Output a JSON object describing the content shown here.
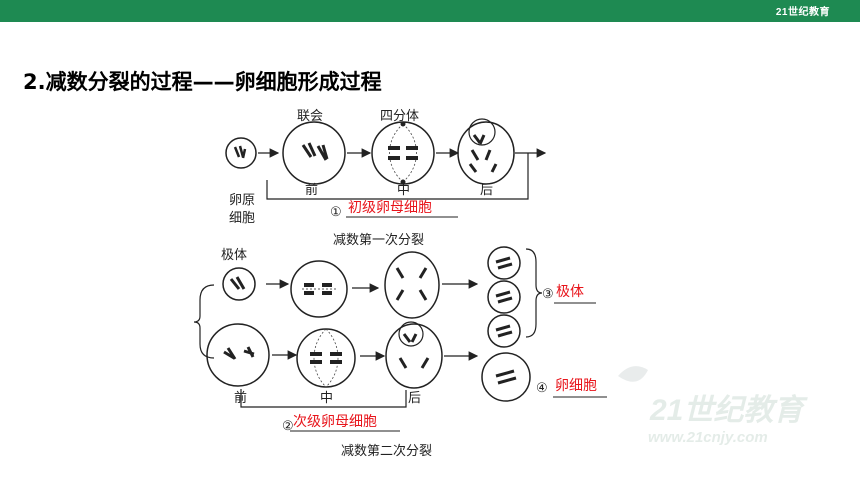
{
  "header": {
    "logo_text": "21世纪教育",
    "accent": "#1e8a52"
  },
  "title": "2.减数分裂的过程——卵细胞形成过程",
  "diagram": {
    "meiosis1": {
      "lbl_lianhui": "联会",
      "lbl_sifenti": "四分体",
      "stage_qian": "前",
      "stage_zhong": "中",
      "stage_hou": "后",
      "oogonium": "卵原细胞",
      "num": "①",
      "answer": "初级卵母细胞",
      "caption": "减数第一次分裂"
    },
    "meiosis2": {
      "lbl_jiti": "极体",
      "stage_qian": "前",
      "stage_zhong": "中",
      "stage_hou": "后",
      "num2": "②",
      "answer2": "次级卵母细胞",
      "num3": "③",
      "answer3": "极体",
      "num4": "④",
      "answer4": "卵细胞",
      "caption": "减数第二次分裂"
    }
  },
  "watermark": {
    "main": "21世纪教育",
    "sub": "www.21cnjy.com"
  },
  "colors": {
    "answer": "#e8141b",
    "line": "#222222"
  }
}
